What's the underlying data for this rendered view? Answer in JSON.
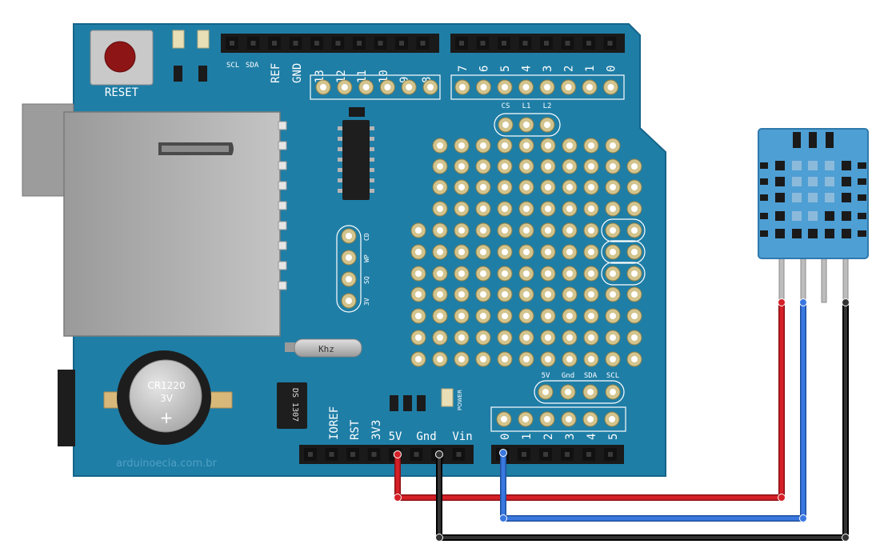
{
  "board": {
    "reset_label": "RESET",
    "i2c_labels": [
      "SCL",
      "SDA"
    ],
    "digital_high_labels": [
      "REF",
      "GND",
      "13",
      "12",
      "11",
      "10",
      "9",
      "8"
    ],
    "digital_low_labels": [
      "7",
      "6",
      "5",
      "4",
      "3",
      "2",
      "1",
      "0"
    ],
    "jumper_labels": [
      "CS",
      "L1",
      "L2"
    ],
    "sd_pin_labels": [
      "CD",
      "WP",
      "SQ",
      "3V"
    ],
    "crystal_label": "Khz",
    "battery_label": "CR1220",
    "battery_voltage": "3V",
    "battery_plus": "+",
    "rtc_chip_label": "DS 1307",
    "power_led_label": "POWER",
    "i2c_header_labels": [
      "5V",
      "Gnd",
      "SDA",
      "SCL"
    ],
    "power_header_labels": [
      "IOREF",
      "RST",
      "3V3",
      "5V",
      "Gnd",
      "Vin"
    ],
    "analog_labels": [
      "0",
      "1",
      "2",
      "3",
      "4",
      "5"
    ],
    "watermark": "arduinoecia.com.br"
  },
  "colors": {
    "board": "#1f7ea6",
    "board_outline": "#15648a",
    "wire_red": "#c8171e",
    "wire_blue": "#2e6ad6",
    "wire_black": "#1a1a1a",
    "sensor": "#4e9fd4"
  }
}
